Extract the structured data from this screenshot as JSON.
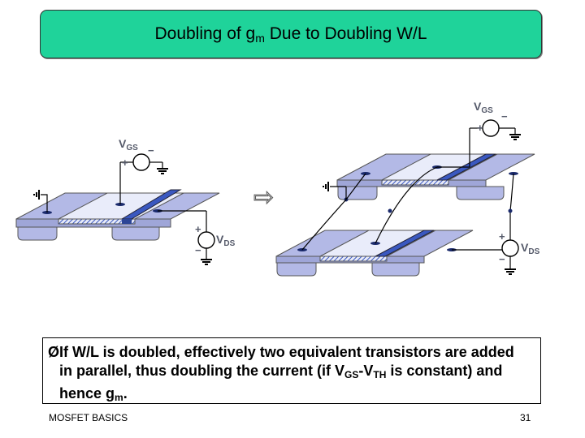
{
  "title": {
    "main": "Doubling of g",
    "sub": "m",
    "rest": " Due to Doubling W/L"
  },
  "diagram": {
    "left": {
      "vgs": "V",
      "vgs_sub": "GS",
      "vds": "V",
      "vds_sub": "DS",
      "plus": "+",
      "minus": "−"
    },
    "right": {
      "vgs": "V",
      "vgs_sub": "GS",
      "vds": "V",
      "vds_sub": "DS",
      "plus": "+",
      "minus": "−"
    },
    "arrow": "⇨"
  },
  "caption": {
    "bullet": "Ø",
    "text1": "If W/L is doubled, effectively two equivalent transistors are added in parallel, thus doubling the current (if V",
    "sub1": "GS",
    "text2": "-V",
    "sub2": "TH",
    "text3": " is constant) and hence g",
    "sub3": "m",
    "text4": "."
  },
  "footer": {
    "left": "MOSFET BASICS",
    "right": "31"
  },
  "colors": {
    "title_bg": "#1fd39a",
    "device": "#b3b9e6",
    "gate": "#3a58c0",
    "wire": "#000000"
  }
}
